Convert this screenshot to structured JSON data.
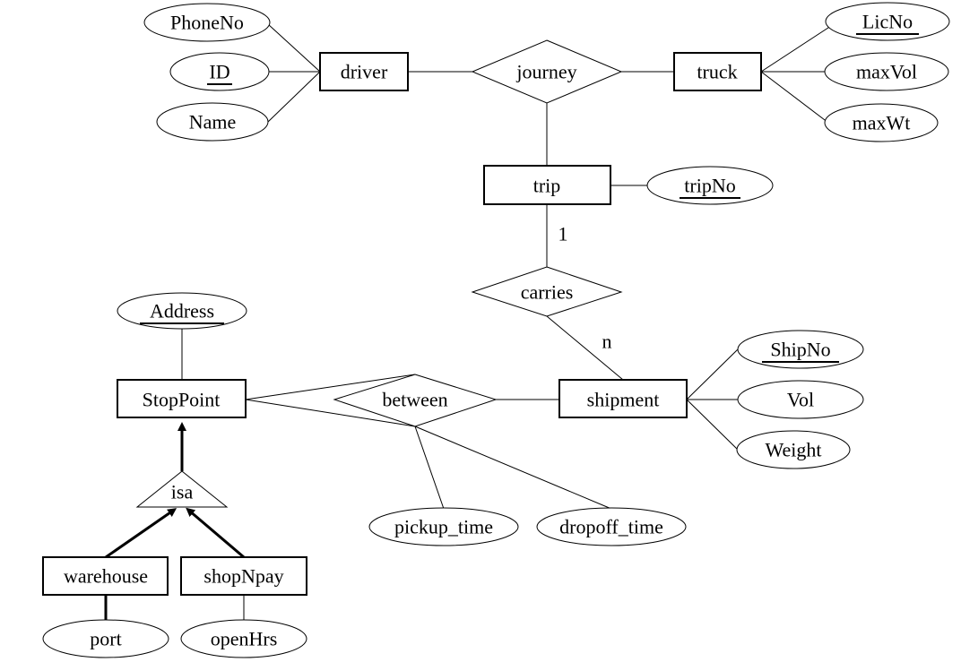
{
  "entities": {
    "driver": "driver",
    "truck": "truck",
    "trip": "trip",
    "shipment": "shipment",
    "stoppoint": "StopPoint",
    "warehouse": "warehouse",
    "shopnpay": "shopNpay"
  },
  "relationships": {
    "journey": "journey",
    "carries": "carries",
    "between": "between",
    "isa": "isa"
  },
  "attributes": {
    "phoneno": "PhoneNo",
    "id": "ID",
    "name": "Name",
    "licno": "LicNo",
    "maxvol": "maxVol",
    "maxwt": "maxWt",
    "tripno": "tripNo",
    "address": "Address",
    "shipno": "ShipNo",
    "vol": "Vol",
    "weight": "Weight",
    "pickup_time": "pickup_time",
    "dropoff_time": "dropoff_time",
    "port": "port",
    "openhrs": "openHrs"
  },
  "cardinalities": {
    "trip_carries": "1",
    "carries_shipment": "n"
  }
}
